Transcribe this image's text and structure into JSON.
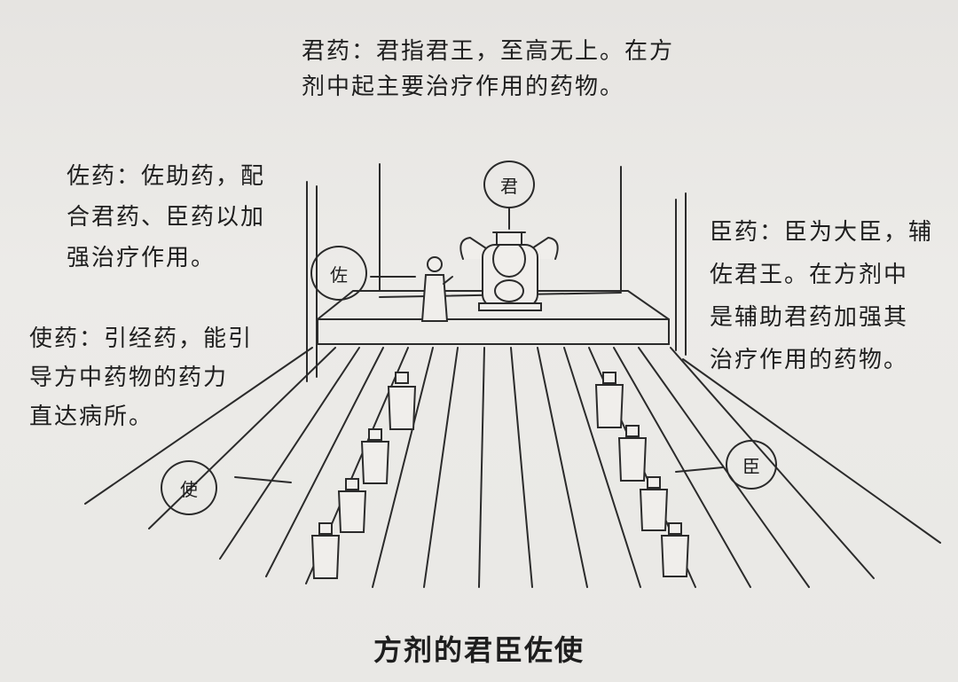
{
  "top_note": {
    "line1": "君药：君指君王，至高无上。在方",
    "line2": "剂中起主要治疗作用的药物。"
  },
  "zuo_note": {
    "line1": "佐药：佐助药，配",
    "line2": "合君药、臣药以加",
    "line3": "强治疗作用。"
  },
  "shi_note": {
    "line1": "使药：引经药，能引",
    "line2": "导方中药物的药力",
    "line3": "直达病所。"
  },
  "chen_note": {
    "line1": "臣药：臣为大臣，辅",
    "line2": "佐君王。在方剂中",
    "line3": "是辅助君药加强其",
    "line4": "治疗作用的药物。"
  },
  "labels": {
    "jun": "君",
    "zuo": "佐",
    "shi": "使",
    "chen": "臣"
  },
  "caption": "方剂的君臣佐使"
}
